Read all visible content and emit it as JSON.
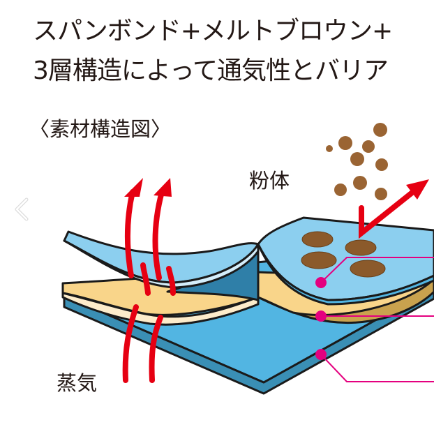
{
  "title": {
    "line1": "スパンボンド+メルトブロウン+",
    "line2": "3層構造によって通気性とバリア"
  },
  "subtitle": "〈素材構造図〉",
  "labels": {
    "powder": "粉体",
    "steam": "蒸気"
  },
  "carousel": {
    "prev_icon": "chevron-left-icon"
  },
  "colors": {
    "layer_blue": "#5bbde6",
    "layer_blue_dark": "#3a8fb5",
    "layer_tan": "#f9d58a",
    "arrow_red": "#e60012",
    "powder_brown": "#8b5a2b",
    "leader_pink": "#e4007f"
  }
}
